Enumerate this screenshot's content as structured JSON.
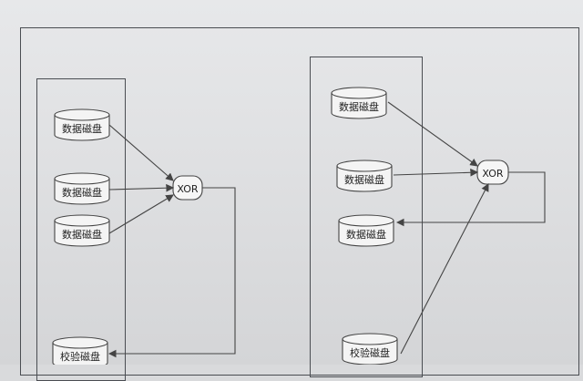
{
  "diagram": {
    "left": {
      "disks": [
        {
          "label": "数据磁盘"
        },
        {
          "label": "数据磁盘"
        },
        {
          "label": "数据磁盘"
        },
        {
          "label": "校验磁盘"
        }
      ],
      "xor_label": "XOR"
    },
    "right": {
      "disks": [
        {
          "label": "数据磁盘"
        },
        {
          "label": "数据磁盘"
        },
        {
          "label": "数据磁盘"
        },
        {
          "label": "校验磁盘"
        }
      ],
      "xor_label": "XOR"
    }
  },
  "colors": {
    "paper": "#e2e3e5",
    "line": "#444444",
    "disk_fill": "#f4f4f4"
  }
}
